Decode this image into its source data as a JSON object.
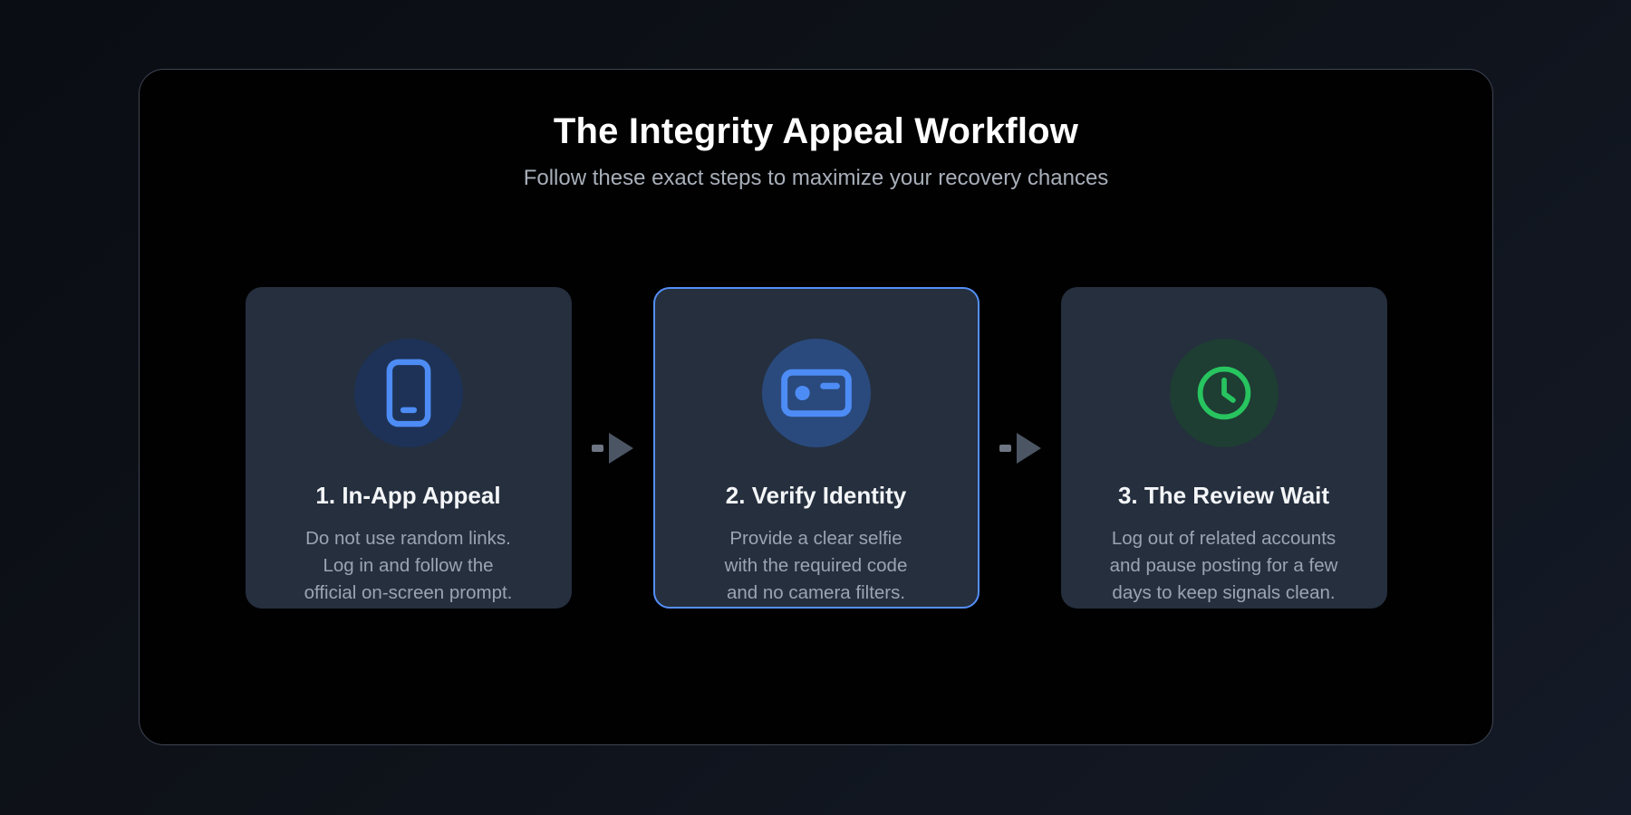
{
  "page": {
    "title": "The Integrity Appeal Workflow",
    "subtitle": "Follow these exact steps to maximize your recovery chances"
  },
  "colors": {
    "page_background": "#0e1219",
    "panel_background": "#010102",
    "panel_border": "#3f4553",
    "card_background": "#252f3e",
    "highlight_border": "#548ff7",
    "accent_blue": "#4d8cf5",
    "accent_green": "#27c45f",
    "icon_circle_blue_dim": "#1d3256",
    "icon_circle_blue_bright": "#2a4a7d",
    "icon_circle_green": "#1e3d33",
    "arrow_gray": "#4b5563",
    "title_text": "#ffffff",
    "subtitle_text": "#a8afb9",
    "description_text": "#9aa4b2"
  },
  "steps": [
    {
      "icon": "smartphone-icon",
      "title": "1. In-App Appeal",
      "description": "Do not use random links.\nLog in and follow the\nofficial on-screen prompt.",
      "highlighted": false
    },
    {
      "icon": "id-card-icon",
      "title": "2. Verify Identity",
      "description": "Provide a clear selfie\nwith the required code\nand no camera filters.",
      "highlighted": true
    },
    {
      "icon": "clock-icon",
      "title": "3. The Review Wait",
      "description": "Log out of related accounts\nand pause posting for a few\ndays to keep signals clean.",
      "highlighted": false
    }
  ]
}
